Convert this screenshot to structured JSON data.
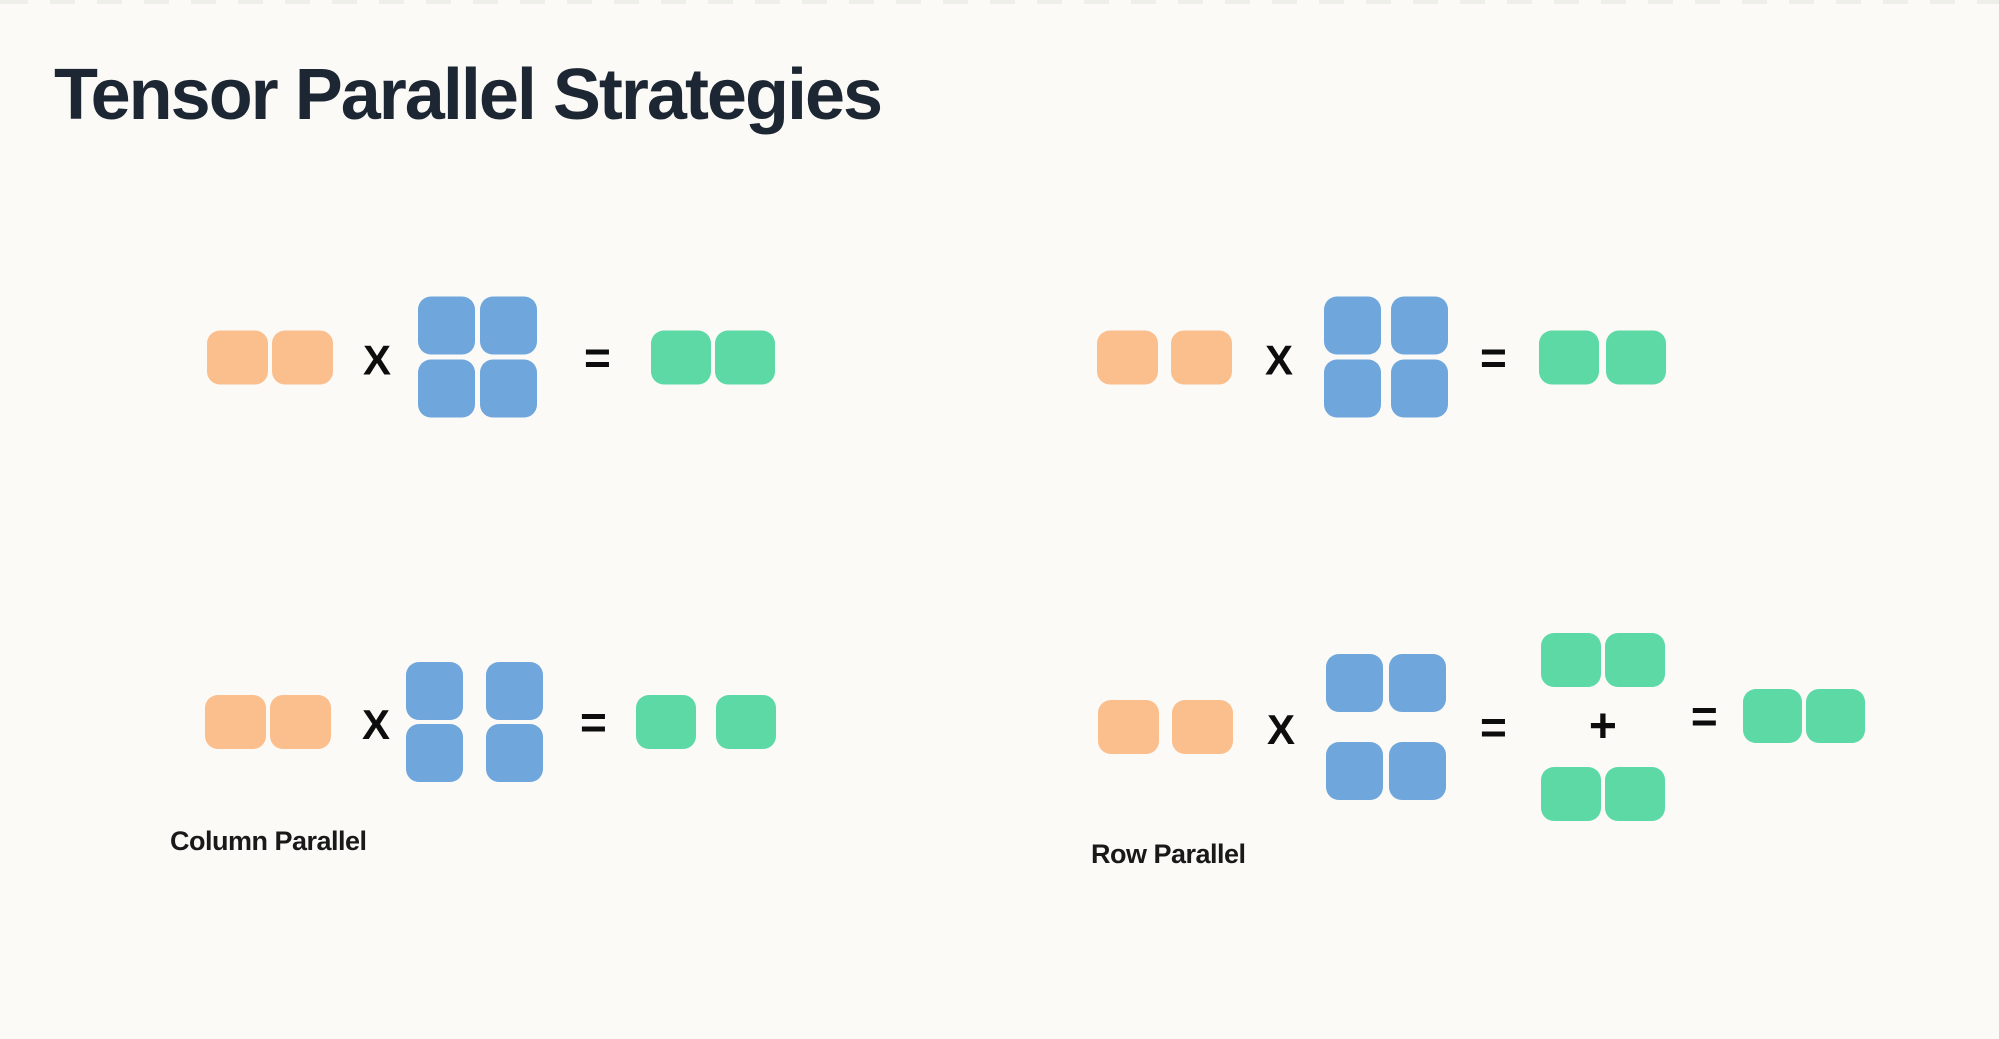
{
  "title": "Tensor Parallel Strategies",
  "colors": {
    "bg": "#FBFAF7",
    "title": "#1D2733",
    "label": "#191919",
    "operator": "#0D0D0D",
    "input": "#FBBE8D",
    "weight": "#6FA6DC",
    "output": "#5CD9A4",
    "edge_pattern": "#EFEFEA"
  },
  "operators": {
    "multiply": "X",
    "equals": "=",
    "plus": "+"
  },
  "captions": {
    "column_parallel": "Column Parallel",
    "row_parallel": "Row Parallel"
  },
  "diagrams": [
    {
      "position": "top-left",
      "sequence": "[2 orange input blocks] X [2x2 blue weight grid] = [2 green output blocks]",
      "weight_split": "none",
      "input_gap": "touching",
      "output_gap": "touching"
    },
    {
      "position": "top-right",
      "sequence": "[2 orange input blocks] X [2x2 blue weight grid] = [2 green output blocks]",
      "weight_split": "none",
      "input_gap": "sharded",
      "output_gap": "touching"
    },
    {
      "position": "bottom-left",
      "caption": "Column Parallel",
      "sequence": "[2 orange input blocks] X [2x2 blue weight grid split into 2 columns] = [2 separated green output blocks]",
      "weight_split": "columns",
      "output_gap": "sharded"
    },
    {
      "position": "bottom-right",
      "caption": "Row Parallel",
      "sequence": "[2 orange input blocks] X [2x2 blue weight grid split into 2 rows] = [2 green partial blocks] + [2 green partial blocks] = [2 green output blocks]",
      "weight_split": "rows",
      "output_gap": "sum of partial outputs"
    }
  ]
}
